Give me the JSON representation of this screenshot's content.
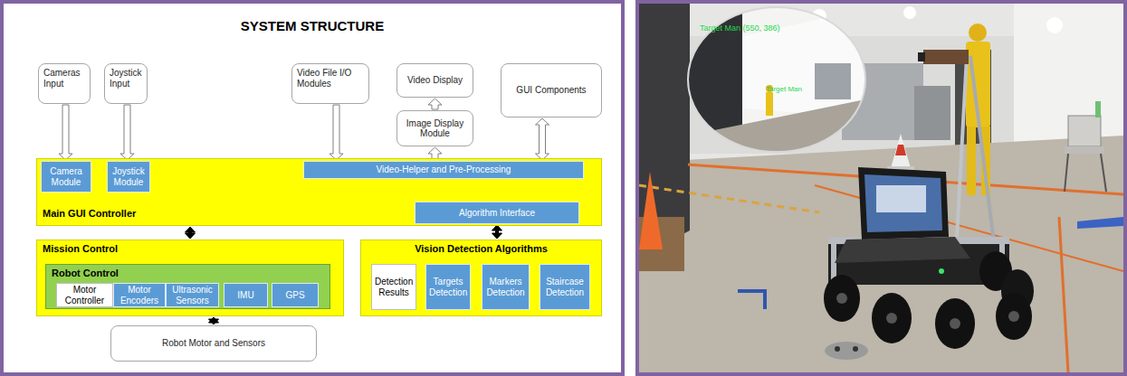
{
  "diagram": {
    "title": "SYSTEM STRUCTURE",
    "nodes": [
      {
        "text": [
          "Cameras Input"
        ]
      },
      {
        "text": [
          "Joystick Input"
        ]
      },
      {
        "text": [
          "Video File I/O Modules"
        ]
      },
      {
        "text": [
          "Video Display"
        ]
      },
      {
        "text": [
          "Image Display Module"
        ]
      },
      {
        "text": [
          "GUI Components"
        ]
      },
      {
        "text": [
          "Main GUI Controller"
        ]
      },
      {
        "text": [
          "Camera Module"
        ],
        "in": 6
      },
      {
        "text": [
          "Joystick Module"
        ],
        "in": 6
      },
      {
        "text": [
          "Video-Helper and Pre-Processing"
        ],
        "in": 6
      },
      {
        "text": [
          "Algorithm Interface"
        ],
        "in": 6
      },
      {
        "text": [
          "Mission Control"
        ]
      },
      {
        "text": [
          "Robot Control"
        ],
        "in": 11
      },
      {
        "text": [
          "Motor Controller"
        ],
        "in": 12
      },
      {
        "text": [
          "Motor Encoders"
        ],
        "in": 12
      },
      {
        "text": [
          "Ultrasonic Sensors"
        ],
        "in": 12
      },
      {
        "text": [
          "IMU"
        ],
        "in": 12
      },
      {
        "text": [
          "GPS"
        ],
        "in": 12
      },
      {
        "text": [
          "Vision Detection Algorithms"
        ]
      },
      {
        "text": [
          "Detection Results"
        ],
        "in": 18
      },
      {
        "text": [
          "Targets Detection"
        ],
        "in": 18
      },
      {
        "text": [
          "Markers Detection"
        ],
        "in": 18
      },
      {
        "text": [
          "Staircase Detection"
        ],
        "in": 18
      },
      {
        "text": [
          "Robot Motor and Sensors"
        ]
      }
    ],
    "edges": [
      {
        "from": 0,
        "to": 7,
        "arrow": "to"
      },
      {
        "from": 1,
        "to": 8,
        "arrow": "to"
      },
      {
        "from": 2,
        "to": 9,
        "arrow": "to"
      },
      {
        "from": 9,
        "to": 4,
        "arrow": "to"
      },
      {
        "from": 4,
        "to": 3,
        "arrow": "to"
      },
      {
        "from": 5,
        "to": 9,
        "arrow": "both"
      },
      {
        "from": 6,
        "to": 11,
        "arrow": "both"
      },
      {
        "from": 10,
        "to": 18,
        "arrow": "both"
      },
      {
        "from": 11,
        "to": 23,
        "arrow": "both"
      }
    ],
    "labels": [
      "Target Man (550, 386)",
      "Target Man"
    ]
  }
}
